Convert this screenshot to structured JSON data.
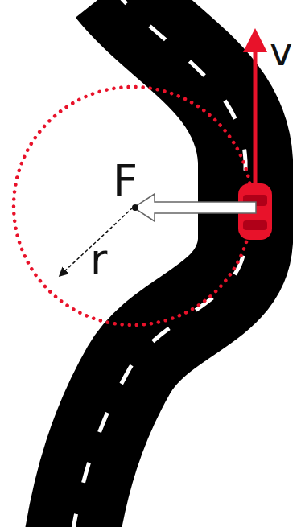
{
  "diagram": {
    "labels": [
      "v",
      "F",
      "r"
    ]
  }
}
